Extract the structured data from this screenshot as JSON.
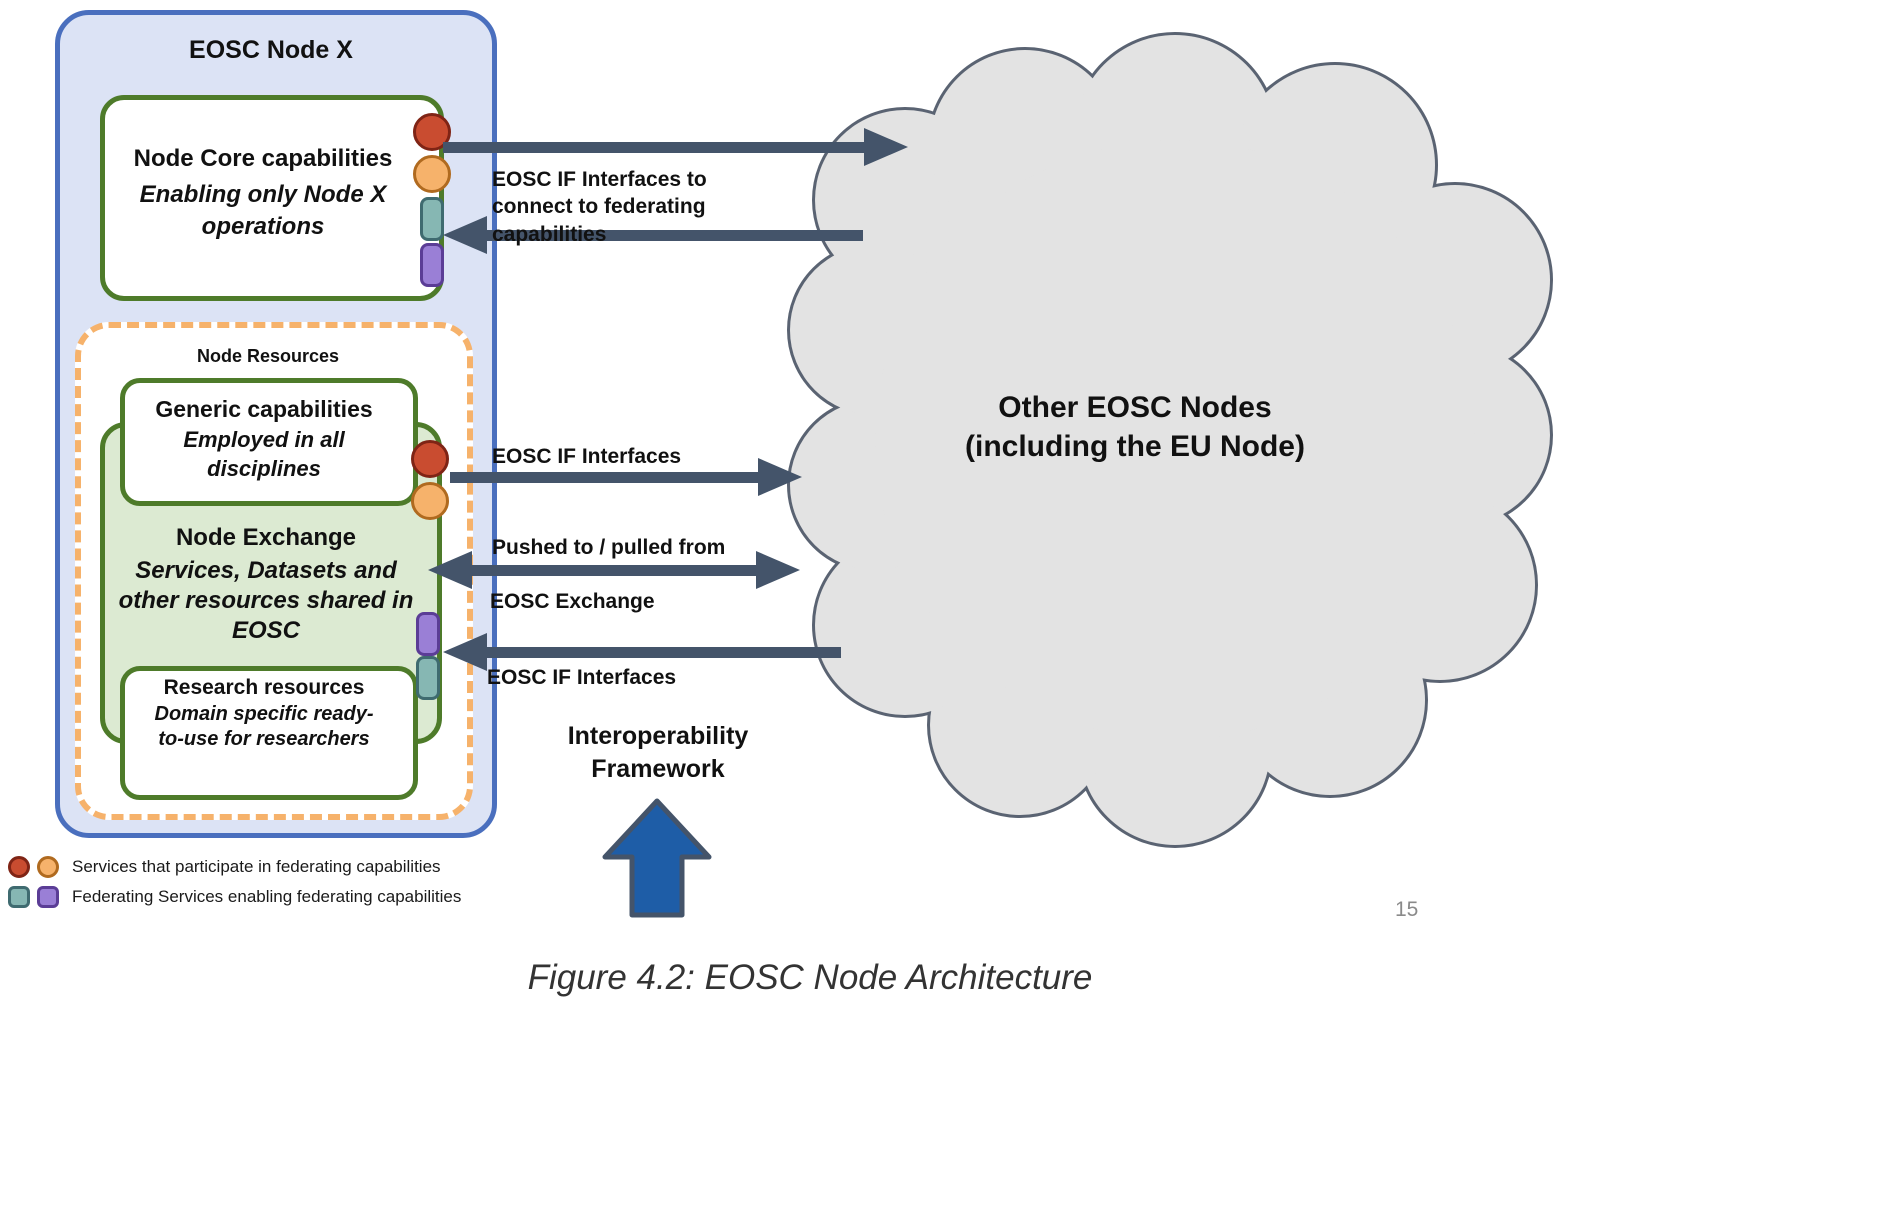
{
  "node_x": {
    "title": "EOSC Node X",
    "core": {
      "title": "Node Core capabilities",
      "subtitle": "Enabling only Node X operations"
    },
    "resources": {
      "title": "Node Resources",
      "generic": {
        "title": "Generic capabilities",
        "subtitle": "Employed in all disciplines"
      },
      "exchange": {
        "title": "Node Exchange",
        "subtitle": "Services, Datasets and other resources shared in EOSC"
      },
      "research": {
        "title": "Research resources",
        "subtitle": "Domain specific ready-to-use for researchers"
      }
    }
  },
  "cloud": {
    "title": "Other EOSC Nodes",
    "subtitle": "(including the EU Node)"
  },
  "arrows": {
    "top": {
      "label": "EOSC IF Interfaces to connect to federating capabilities"
    },
    "middle": {
      "label": "EOSC IF Interfaces"
    },
    "exchange": {
      "label_top": "Pushed to / pulled from",
      "label_bottom": "EOSC Exchange"
    },
    "bottom": {
      "label": "EOSC IF Interfaces"
    }
  },
  "interoperability": {
    "label": "Interoperability Framework"
  },
  "legend": {
    "services_row": "Services that participate in federating capabilities",
    "federating_row": "Federating Services enabling federating capabilities"
  },
  "page_number": "15",
  "caption": "Figure 4.2: EOSC Node Architecture",
  "colors": {
    "node_box_bg": "#dce3f5",
    "node_box_border": "#4a6fbe",
    "green_border": "#4e7b2a",
    "exchange_bg": "#dcead2",
    "dashed_border": "#f6b26b",
    "red_service": "#c94c30",
    "orange_service": "#f6b26b",
    "teal_service": "#86b7b3",
    "purple_service": "#9a7fd6",
    "arrow": "#44546a",
    "interop_arrow": "#1e5da7",
    "cloud_fill": "#e3e3e3",
    "cloud_stroke": "#5a6372"
  }
}
